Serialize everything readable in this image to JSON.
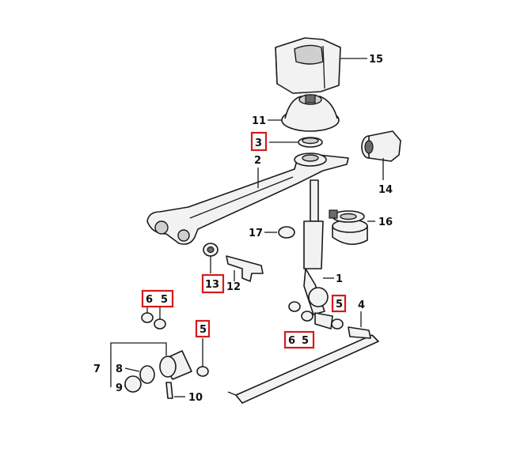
{
  "diagram": {
    "callouts": {
      "c1": "1",
      "c2": "2",
      "c3": "3",
      "c4": "4",
      "c5a": "5",
      "c5b": "5",
      "c5c": "5",
      "c5d": "5",
      "c6a": "6",
      "c6b": "6",
      "c7": "7",
      "c8": "8",
      "c9": "9",
      "c10": "10",
      "c11": "11",
      "c12": "12",
      "c13": "13",
      "c14": "14",
      "c15": "15",
      "c16": "16",
      "c17": "17"
    },
    "highlight_color": "#d61a1a"
  }
}
